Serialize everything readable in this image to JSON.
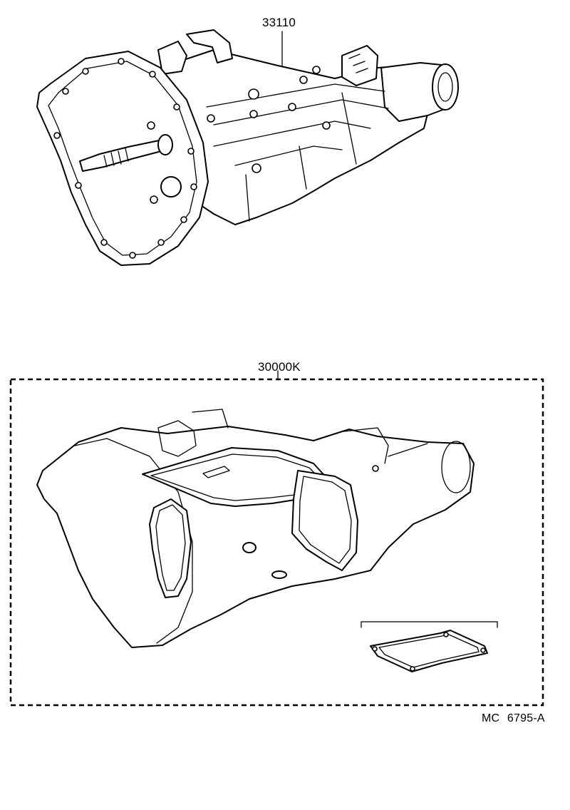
{
  "diagram": {
    "labels": {
      "transmission_part_no": "33110",
      "gasket_kit_part_no": "30000K",
      "figure_ref": "MC 6795-A"
    }
  }
}
